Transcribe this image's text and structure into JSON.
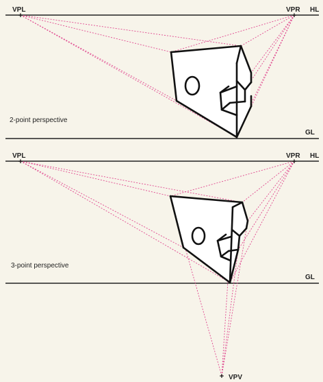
{
  "top_panel": {
    "vp_left_label": "VPL",
    "vp_right_label": "VPR",
    "horizon_label": "HL",
    "ground_label": "GL",
    "caption": "2-point perspective"
  },
  "bottom_panel": {
    "vp_left_label": "VPL",
    "vp_right_label": "VPR",
    "horizon_label": "HL",
    "ground_label": "GL",
    "caption": "3-point perspective",
    "vp_vertical_label": "VPV"
  },
  "colors": {
    "background": "#f7f4ea",
    "lines": "#222222",
    "guides": "#e0488f"
  }
}
